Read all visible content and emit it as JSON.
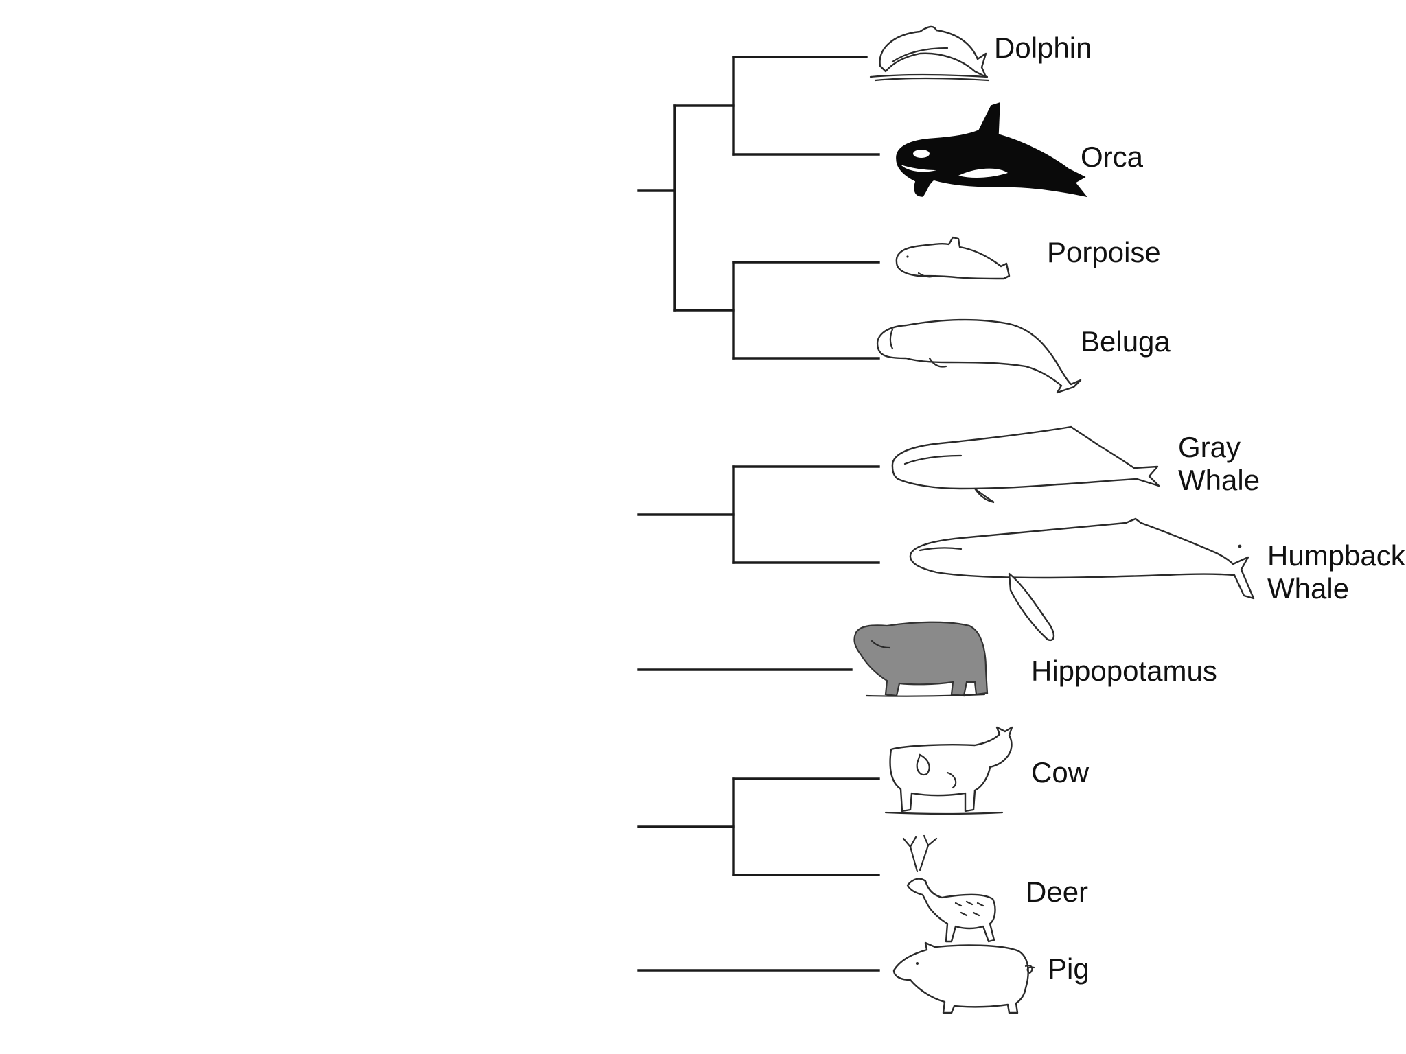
{
  "diagram": {
    "type": "phylogenetic-tree",
    "taxa": [
      {
        "id": "dolphin",
        "lines": [
          "Dolphin"
        ],
        "icon": "dolphin-icon"
      },
      {
        "id": "orca",
        "lines": [
          "Orca"
        ],
        "icon": "orca-icon"
      },
      {
        "id": "porpoise",
        "lines": [
          "Porpoise"
        ],
        "icon": "porpoise-icon"
      },
      {
        "id": "beluga",
        "lines": [
          "Beluga"
        ],
        "icon": "beluga-icon"
      },
      {
        "id": "gray-whale",
        "lines": [
          "Gray",
          "Whale"
        ],
        "icon": "gray-whale-icon"
      },
      {
        "id": "humpback-whale",
        "lines": [
          "Humpback",
          "Whale"
        ],
        "icon": "humpback-whale-icon"
      },
      {
        "id": "hippopotamus",
        "lines": [
          "Hippopotamus"
        ],
        "icon": "hippopotamus-icon"
      },
      {
        "id": "cow",
        "lines": [
          "Cow"
        ],
        "icon": "cow-icon"
      },
      {
        "id": "deer",
        "lines": [
          "Deer"
        ],
        "icon": "deer-icon"
      },
      {
        "id": "pig",
        "lines": [
          "Pig"
        ],
        "icon": "pig-icon"
      }
    ],
    "clades": [
      {
        "id": "dolphin-orca",
        "members": [
          "dolphin",
          "orca"
        ]
      },
      {
        "id": "porpoise-beluga",
        "members": [
          "porpoise",
          "beluga"
        ]
      },
      {
        "id": "toothed-whales",
        "members": [
          "dolphin-orca",
          "porpoise-beluga"
        ]
      },
      {
        "id": "baleen-whales",
        "members": [
          "gray-whale",
          "humpback-whale"
        ]
      },
      {
        "id": "cow-deer",
        "members": [
          "cow",
          "deer"
        ]
      }
    ],
    "colors": {
      "lines": "#1a1a1a",
      "labels": "#111111",
      "orca": "#0a0a0a"
    }
  }
}
